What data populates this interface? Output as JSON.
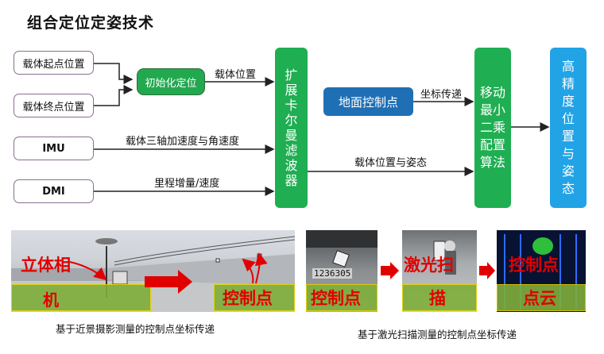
{
  "title": "组合定位定姿技术",
  "inputs": {
    "start_pos": "载体起点位置",
    "end_pos": "载体终点位置",
    "imu": "IMU",
    "dmi": "DMI"
  },
  "init": "初始化定位",
  "kalman": [
    "扩",
    "展",
    "卡",
    "尔",
    "曼",
    "滤",
    "波",
    "器"
  ],
  "control_point": "地面控制点",
  "lsq": [
    "移动",
    "最小",
    "二乘",
    "配置",
    "算法"
  ],
  "output": [
    "高",
    "精",
    "度",
    "位",
    "置",
    "与",
    "姿",
    "态"
  ],
  "edge_labels": {
    "carrier_pos": "载体位置",
    "imu_data": "载体三轴加速度与角速度",
    "dmi_data": "里程增量/速度",
    "pose": "载体位置与姿态",
    "coord": "坐标传递"
  },
  "photo_labels": {
    "stereo_a": "立体相",
    "stereo_b": "机",
    "cp_left": "控制点",
    "cp_mid": "控制点",
    "cp_ball": "1236305",
    "laser_a": "激光扫",
    "laser_b": "描",
    "cloud_a": "控制点",
    "cloud_b": "点云"
  },
  "captions": {
    "left": "基于近景摄影测量的控制点坐标传递",
    "right": "基于激光扫描测量的控制点坐标传递"
  },
  "colors": {
    "green": "#1fae52",
    "blue": "#1f6fb5",
    "cyan": "#21a3e6",
    "arrow_red": "#e10000"
  }
}
